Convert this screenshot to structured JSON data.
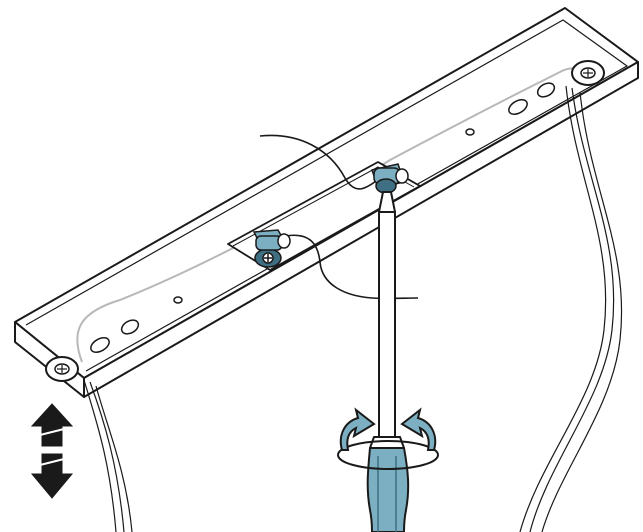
{
  "figure": {
    "title": "",
    "caption": ""
  },
  "colors": {
    "background": "#ffffff",
    "line": "#1a1a1a",
    "wire_gray": "#b8b8b8",
    "accent_blue": "#7cafc2",
    "accent_blue_dark": "#3f6f82",
    "arrow_fill": "#1a1a1a"
  },
  "parts": {
    "rail": "ceiling-mounting-rail",
    "wires": "suspension-cables",
    "clamps": "cable-clamp",
    "tool": "screwdriver",
    "rotation": "rotate-arrows-icon",
    "height": "height-adjust-arrows-icon"
  }
}
